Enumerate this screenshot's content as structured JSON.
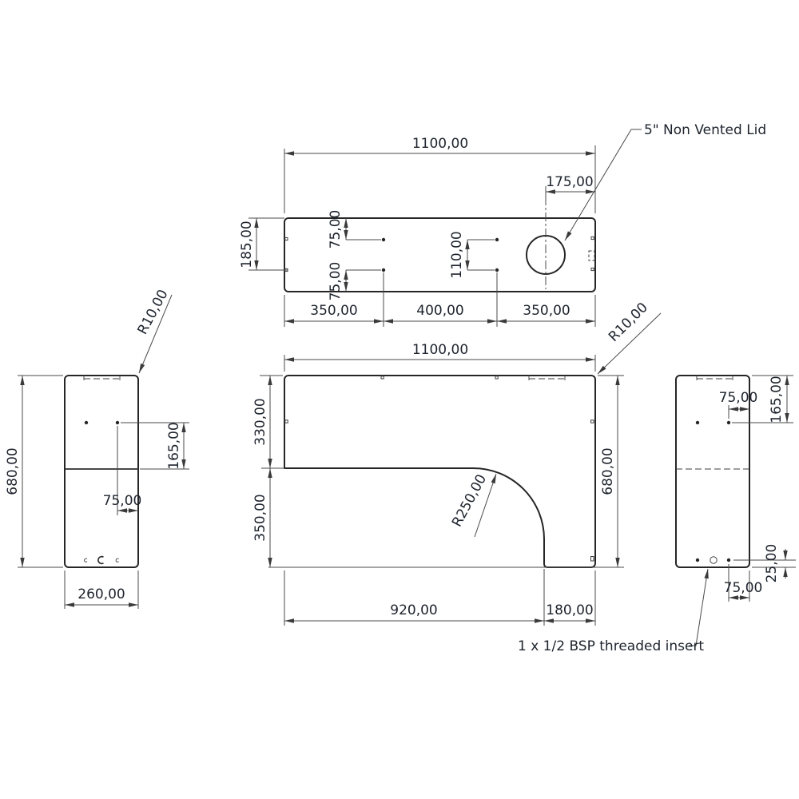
{
  "annotations": {
    "lid_label": "5\" Non Vented Lid",
    "insert_label": "1 x 1/2 BSP threaded insert"
  },
  "top_view": {
    "overall_length": "1100,00",
    "lid_offset": "175,00",
    "depth_to_rear_holes": "185,00",
    "front_hole_inset": "75,00",
    "rear_hole_inset": "75,00",
    "hole_row_spacing": "110,00",
    "hole_span_left": "350,00",
    "hole_span_mid": "400,00",
    "hole_span_right": "350,00"
  },
  "front_view": {
    "overall_length": "1100,00",
    "upper_height": "330,00",
    "arch_height": "350,00",
    "overall_height": "680,00",
    "arch_length": "920,00",
    "foot_length": "180,00",
    "arch_radius": "R250,00",
    "corner_radius": "R10,00"
  },
  "left_view": {
    "overall_height": "680,00",
    "depth": "260,00",
    "hole_to_step": "165,00",
    "hole_inset": "75,00",
    "corner_radius": "R10,00"
  },
  "right_view": {
    "hole_inset_top": "75,00",
    "hole_from_top": "165,00",
    "insert_height": "25,00",
    "insert_inset": "75,00"
  }
}
